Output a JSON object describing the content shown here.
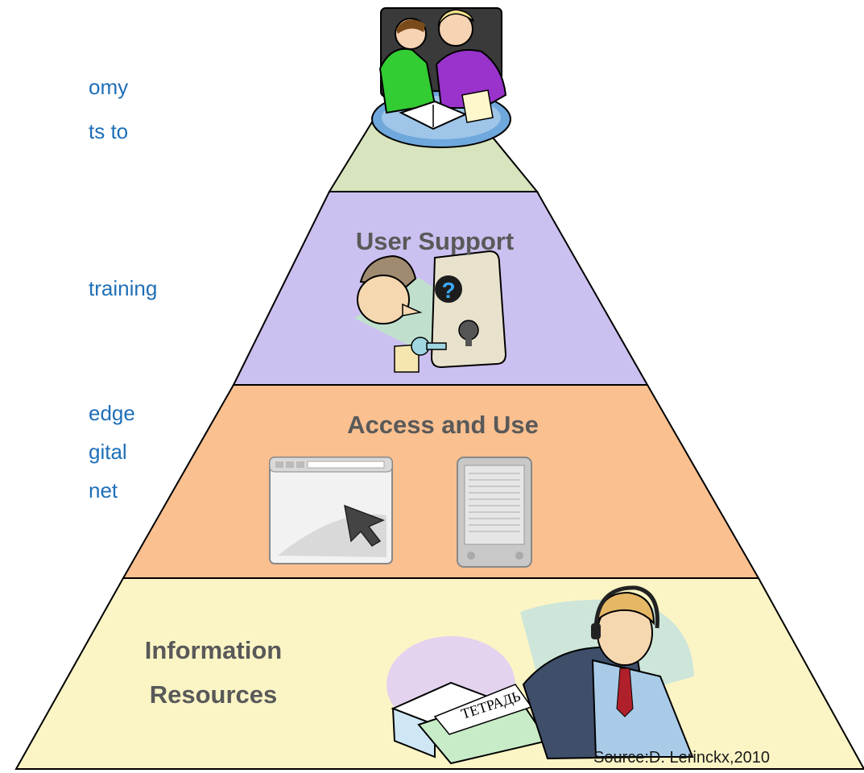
{
  "side_text": {
    "fragment_1": "omy",
    "fragment_2": "ts to",
    "fragment_3": "training",
    "fragment_4": "edge",
    "fragment_5": "gital",
    "fragment_6": "net"
  },
  "pyramid": {
    "tiers": [
      {
        "id": "top",
        "label": "",
        "fill": "#d7e4bd"
      },
      {
        "id": "user-support",
        "label": "User Support",
        "fill": "#ccc0f0"
      },
      {
        "id": "access-and-use",
        "label": "Access and Use",
        "fill": "#fac090"
      },
      {
        "id": "information-resources",
        "label_line1": "Information",
        "label_line2": "Resources",
        "fill": "#fbf5c5"
      }
    ]
  },
  "source": "Source:D. Lerinckx,2010",
  "colors": {
    "side_text": "#1f6fb8",
    "label": "#595959",
    "outline": "#000000"
  },
  "icons": [
    "people-reading-icon",
    "man-with-key-icon",
    "browser-window-icon",
    "ebook-reader-icon",
    "call-center-agent-icon",
    "books-icon"
  ]
}
